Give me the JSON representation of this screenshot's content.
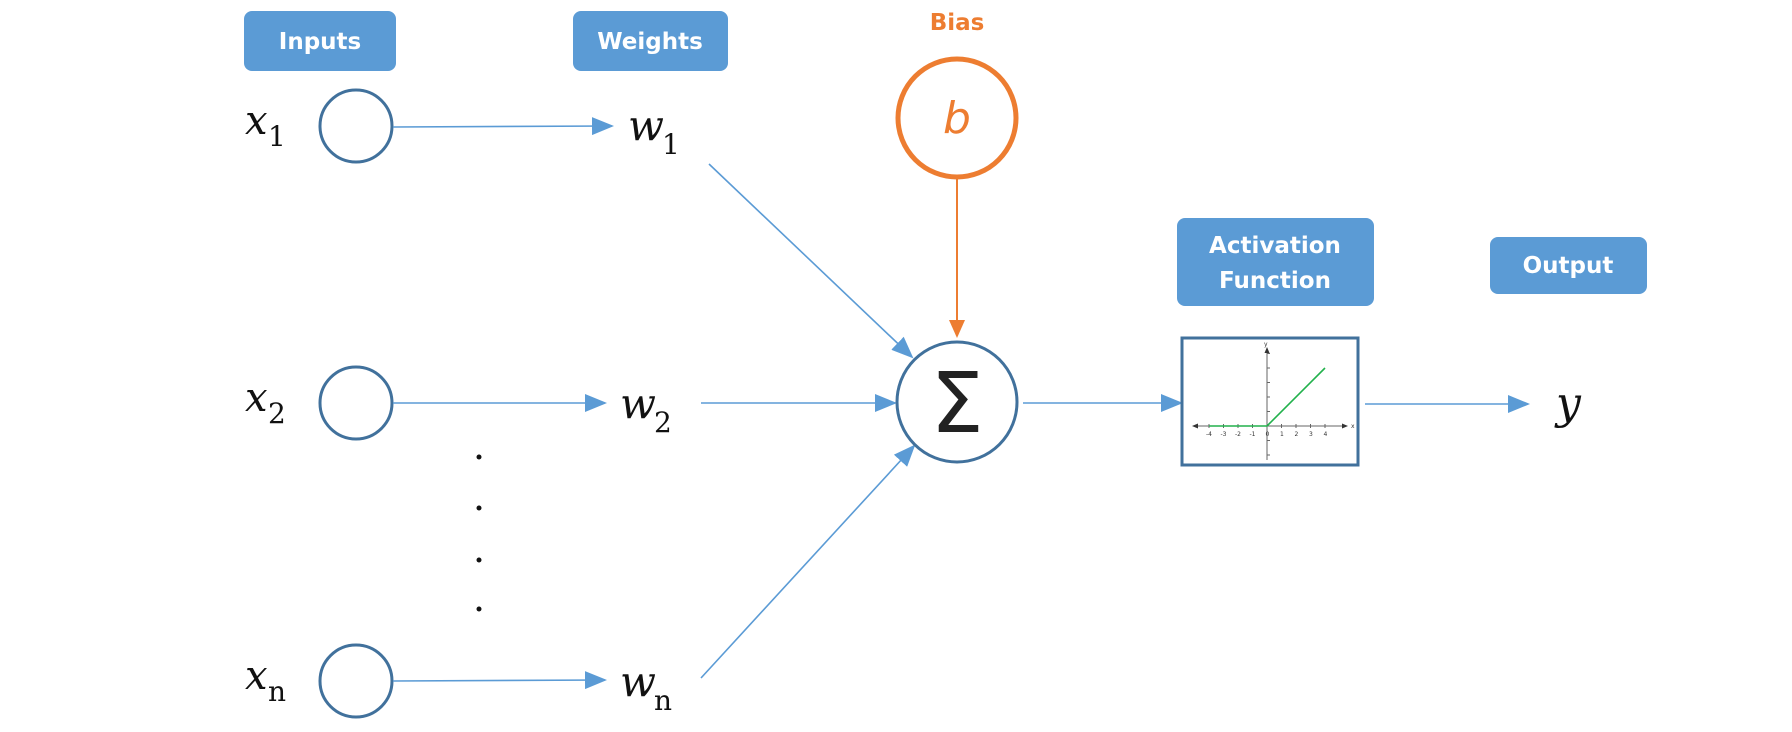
{
  "labels": {
    "inputs": "Inputs",
    "weights": "Weights",
    "bias": "Bias",
    "activation_line1": "Activation",
    "activation_line2": "Function",
    "output": "Output"
  },
  "inputs": [
    {
      "var": "x",
      "sub": "1"
    },
    {
      "var": "x",
      "sub": "2"
    },
    {
      "var": "x",
      "sub": "n"
    }
  ],
  "weights": [
    {
      "var": "w",
      "sub": "1"
    },
    {
      "var": "w",
      "sub": "2"
    },
    {
      "var": "w",
      "sub": "n"
    }
  ],
  "bias_symbol": "b",
  "sum_symbol": "Σ",
  "output_symbol": "y",
  "activation_plot": {
    "type": "ReLU",
    "x_ticks": [
      "-4",
      "-3",
      "-2",
      "-1",
      "0",
      "1",
      "2",
      "3",
      "4"
    ],
    "x_axis": "x",
    "y_axis": "y"
  },
  "colors": {
    "label_box": "#5b9bd5",
    "arrow": "#5b9bd5",
    "node_stroke": "#41719c",
    "bias": "#ed7d31",
    "relu": "#22b14c"
  }
}
